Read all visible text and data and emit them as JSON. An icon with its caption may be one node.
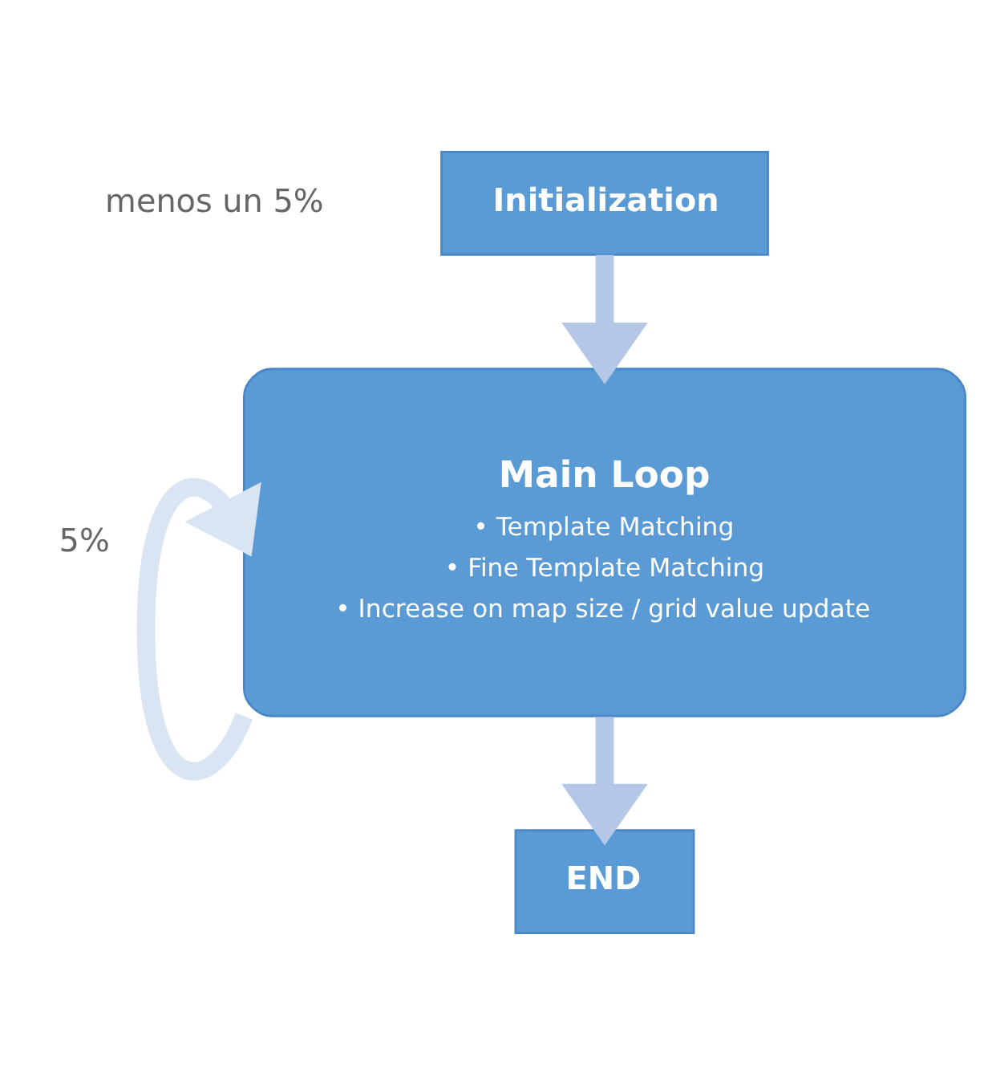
{
  "diagram": {
    "nodes": [
      {
        "text": [
          "Initialization"
        ]
      },
      {
        "text": [
          "Main Loop",
          "• Template Matching",
          "• Fine Template Matching",
          "• Increase on map size / grid value update"
        ]
      },
      {
        "text": [
          "END"
        ]
      }
    ],
    "edges": [
      {
        "from": 0,
        "to": 1,
        "arrow": "to"
      },
      {
        "from": 1,
        "to": 1,
        "arrow": "to",
        "color": "#dae5f3"
      },
      {
        "from": 1,
        "to": 2,
        "arrow": "to"
      }
    ],
    "labels": [
      "menos un 5%",
      "5%"
    ]
  }
}
